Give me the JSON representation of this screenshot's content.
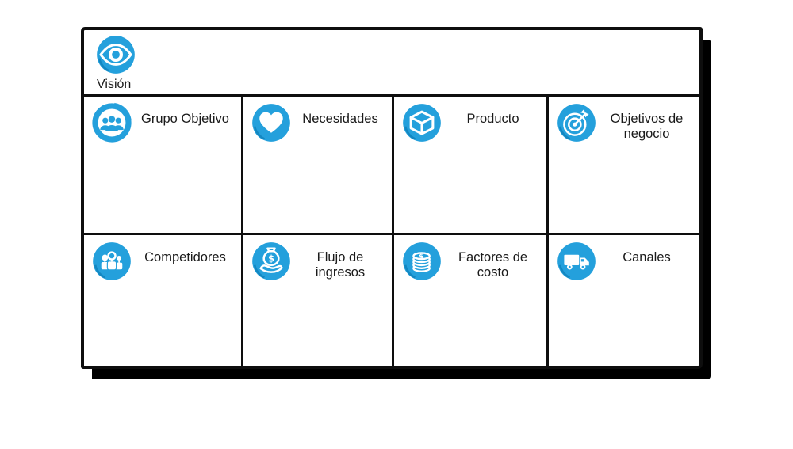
{
  "colors": {
    "accent": "#24a0dc",
    "accent_dark": "#1182bc",
    "ink": "#0e0e0e",
    "text": "#1a1a1a"
  },
  "canvas": {
    "vision": {
      "label": "Visión",
      "icon": "eye-icon"
    },
    "row2": [
      {
        "label": "Grupo Objetivo",
        "icon": "user-group-icon"
      },
      {
        "label": "Necesidades",
        "icon": "heart-icon"
      },
      {
        "label": "Producto",
        "icon": "cube-icon"
      },
      {
        "label": "Objetivos de negocio",
        "icon": "target-dart-icon"
      }
    ],
    "row3": [
      {
        "label": "Competidores",
        "icon": "competitors-people-icon"
      },
      {
        "label": "Flujo de ingresos",
        "icon": "money-bag-hand-icon"
      },
      {
        "label": "Factores de costo",
        "icon": "coin-stack-icon"
      },
      {
        "label": "Canales",
        "icon": "truck-icon"
      }
    ]
  }
}
